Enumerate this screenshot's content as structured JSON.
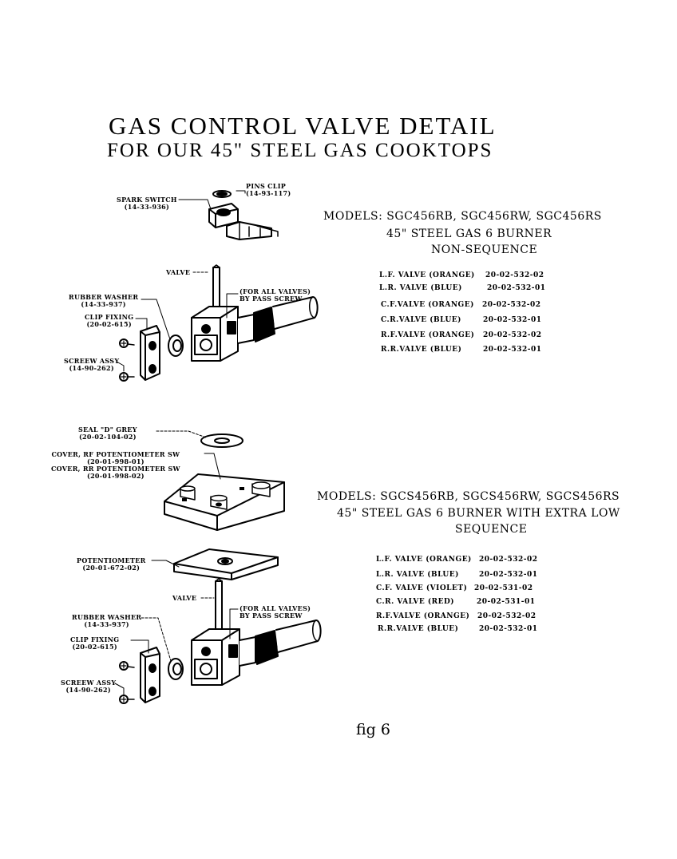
{
  "title": {
    "line1": "GAS CONTROL VALVE DETAIL",
    "line2": "FOR OUR 45\" STEEL GAS COOKTOPS"
  },
  "section1": {
    "models": "MODELS: SGC456RB, SGC456RW, SGC456RS",
    "desc1": "45\" STEEL GAS 6 BURNER",
    "desc2": "NON-SEQUENCE",
    "parts": [
      {
        "name": "L.F. VALVE (ORANGE)",
        "code": "20-02-532-02"
      },
      {
        "name": "L.R. VALVE (BLUE)",
        "code": "20-02-532-01"
      },
      {
        "name": "C.F.VALVE (ORANGE)",
        "code": "20-02-532-02"
      },
      {
        "name": "C.R.VALVE (BLUE)",
        "code": "20-02-532-01"
      },
      {
        "name": "R.F.VALVE (ORANGE)",
        "code": "20-02-532-02"
      },
      {
        "name": "R.R.VALVE (BLUE)",
        "code": "20-02-532-01"
      }
    ],
    "labels": {
      "pins_clip": "PINS CLIP",
      "pins_clip_code": "(14-93-117)",
      "spark_switch": "SPARK SWITCH",
      "spark_switch_code": "(14-33-936)",
      "valve": "VALVE",
      "for_all_valves": "(FOR ALL VALVES)",
      "by_pass_screw": "BY PASS SCREW",
      "rubber_washer": "RUBBER WASHER",
      "rubber_washer_code": "(14-33-937)",
      "clip_fixing": "CLIP FIXING",
      "clip_fixing_code": "(20-02-615)",
      "screw_assy": "SCREEW ASSY",
      "screw_assy_code": "(14-90-262)"
    }
  },
  "section2": {
    "models": "MODELS: SGCS456RB, SGCS456RW, SGCS456RS",
    "desc1": "45\" STEEL GAS 6 BURNER WITH EXTRA LOW",
    "desc2": "SEQUENCE",
    "parts": [
      {
        "name": "L.F. VALVE (ORANGE)",
        "code": "20-02-532-02"
      },
      {
        "name": "L.R. VALVE (BLUE)",
        "code": "20-02-532-01"
      },
      {
        "name": "C.F. VALVE (VIOLET)",
        "code": "20-02-531-02"
      },
      {
        "name": "C.R. VALVE (RED)",
        "code": "20-02-531-01"
      },
      {
        "name": "R.F.VALVE (ORANGE)",
        "code": "20-02-532-02"
      },
      {
        "name": "R.R.VALVE (BLUE)",
        "code": "20-02-532-01"
      }
    ],
    "labels": {
      "seal": "SEAL \"D\" GREY",
      "seal_code": "(20-02-104-02)",
      "cover_rf": "COVER, RF POTENTIOMETER SW",
      "cover_rf_code": "(20-01-998-01)",
      "cover_rr": "COVER, RR POTENTIOMETER SW",
      "cover_rr_code": "(20-01-998-02)",
      "potentiometer": "POTENTIOMETER",
      "potentiometer_code": "(20-01-672-02)",
      "valve": "VALVE",
      "for_all_valves": "(FOR ALL VALVES)",
      "by_pass_screw": "BY PASS SCREW",
      "rubber_washer": "RUBBER WASHER",
      "rubber_washer_code": "(14-33-937)",
      "clip_fixing": "CLIP FIXING",
      "clip_fixing_code": "(20-02-615)",
      "screw_assy": "SCREEW ASSY",
      "screw_assy_code": "(14-90-262)"
    }
  },
  "figure_label": "fig 6"
}
